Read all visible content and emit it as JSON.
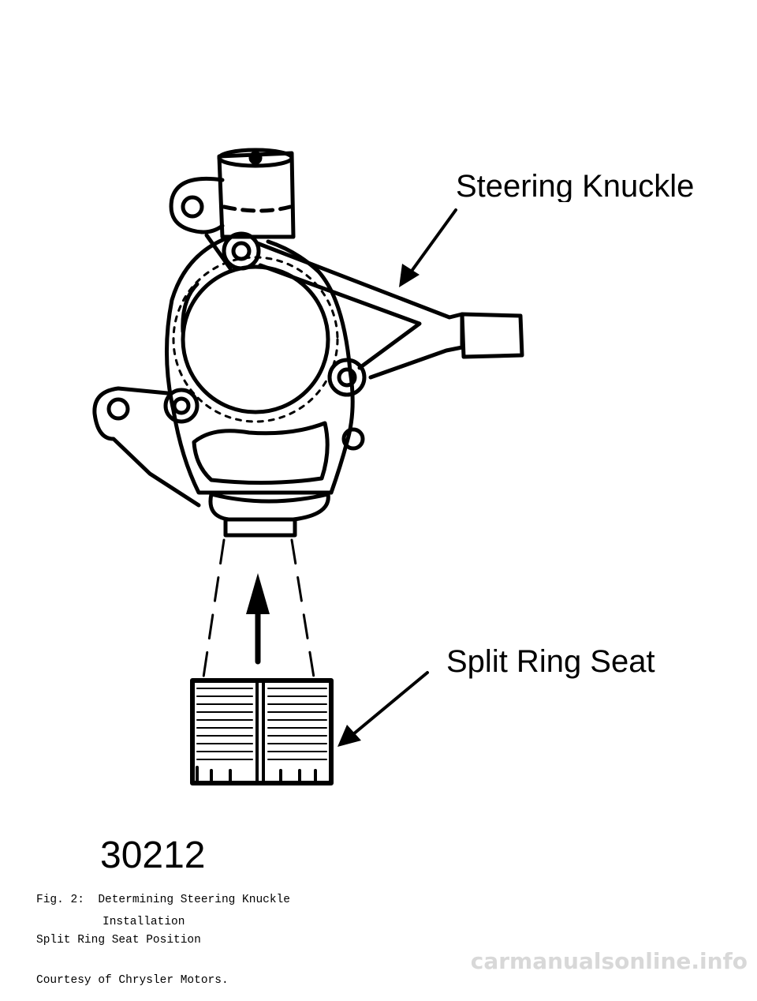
{
  "figure": {
    "labels": {
      "steering_knuckle": "Steering Knuckle",
      "split_ring_seat": "Split Ring Seat"
    },
    "figure_number": "30212"
  },
  "caption": {
    "line1": "Fig. 2:  Determining Steering Knuckle",
    "line2": "Split Ring Seat Position",
    "line3": "Courtesy of Chrysler Motors."
  },
  "section": {
    "heading": "Installation"
  },
  "watermark": {
    "text": "carmanualsonline.info"
  }
}
